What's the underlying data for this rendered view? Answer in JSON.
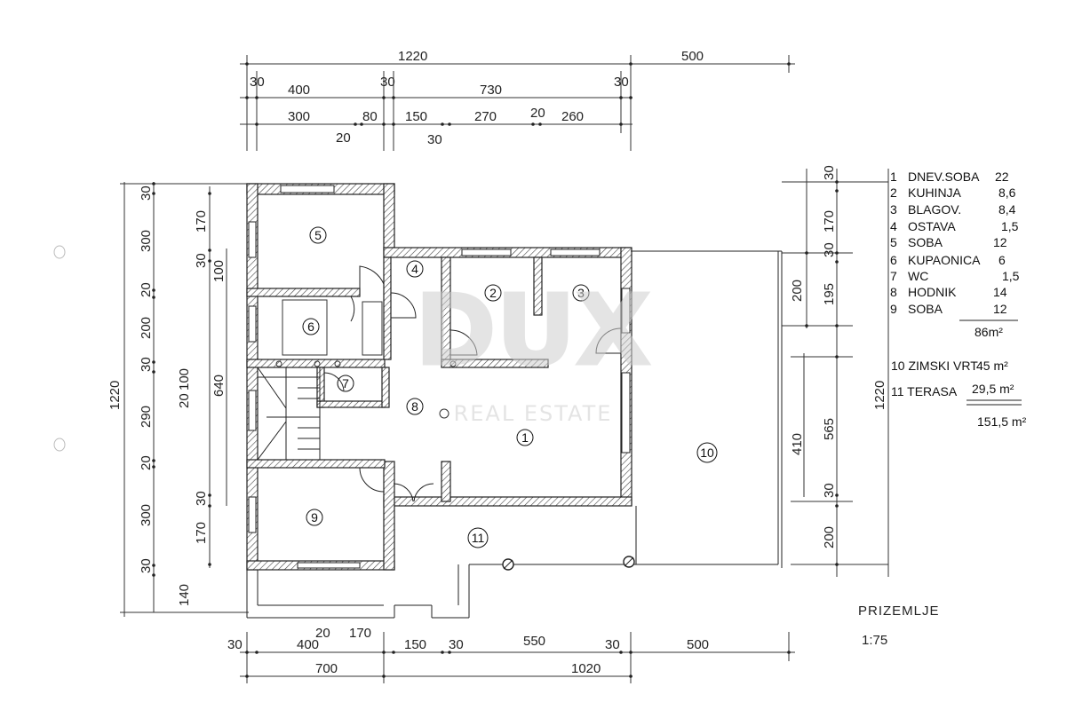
{
  "top_dims": {
    "overall": "1220",
    "ext": "500",
    "row2": [
      "30",
      "400",
      "30",
      "730",
      "30"
    ],
    "row3": [
      "300",
      "80",
      "150",
      "270",
      "20",
      "260"
    ],
    "row4": [
      "20",
      "30"
    ],
    "row3_20": "20"
  },
  "left_dims": {
    "overall": "1220",
    "outer": [
      "30",
      "300",
      "20",
      "200",
      "30",
      "290",
      "20",
      "300",
      "30",
      "140"
    ],
    "inner": [
      "170",
      "30",
      "100",
      "20",
      "100",
      "640",
      "30",
      "170"
    ]
  },
  "right_dims": {
    "overall": "1220",
    "top": [
      "30",
      "170",
      "30"
    ],
    "mid": [
      "200",
      "195"
    ],
    "low": [
      "410",
      "565",
      "30",
      "200"
    ]
  },
  "bottom_dims": {
    "row1": [
      "30",
      "400",
      "20",
      "170",
      "150",
      "30",
      "550",
      "30",
      "500"
    ],
    "row2": [
      "700",
      "1020"
    ]
  },
  "rooms": [
    "1",
    "2",
    "3",
    "4",
    "5",
    "6",
    "7",
    "8",
    "9",
    "10",
    "11"
  ],
  "legend": {
    "items": [
      {
        "num": "1",
        "name": "DNEV.SOBA",
        "area": "22"
      },
      {
        "num": "2",
        "name": "KUHINJA",
        "area": "8,6"
      },
      {
        "num": "3",
        "name": "BLAGOV.",
        "area": "8,4"
      },
      {
        "num": "4",
        "name": "OSTAVA",
        "area": "1,5"
      },
      {
        "num": "5",
        "name": "SOBA",
        "area": "12"
      },
      {
        "num": "6",
        "name": "KUPAONICA",
        "area": "6"
      },
      {
        "num": "7",
        "name": "WC",
        "area": "1,5"
      },
      {
        "num": "8",
        "name": "HODNIK",
        "area": "14"
      },
      {
        "num": "9",
        "name": "SOBA",
        "area": "12"
      }
    ],
    "subtotal": "86m²",
    "zimski": "10 ZIMSKI VRT",
    "zimski_area": "45 m²",
    "terasa": "11 TERASA",
    "terasa_area": "29,5 m²",
    "total": "151,5 m²"
  },
  "title": "PRIZEMLJE",
  "scale": "1:75",
  "watermark": {
    "brand": "DUX",
    "sub": "REAL ESTATE"
  }
}
